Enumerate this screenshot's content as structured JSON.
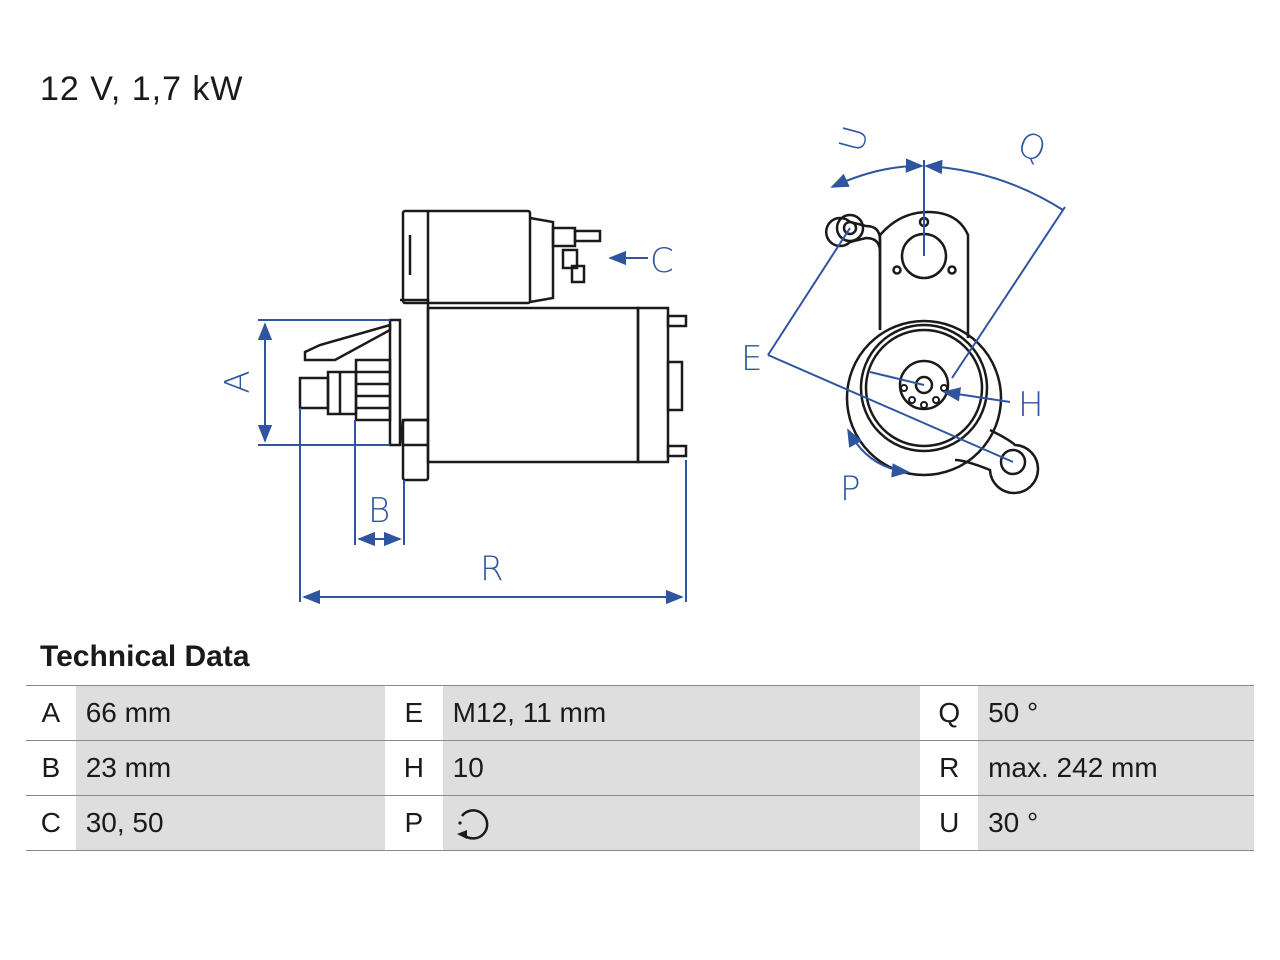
{
  "headline": "12 V, 1,7 kW",
  "section_title": "Technical Data",
  "colors": {
    "dimension": "#2f55a0",
    "outline": "#1a1a1a",
    "value_bg": "#dedede"
  },
  "diagram_labels": {
    "A": "A",
    "B": "B",
    "C": "C",
    "R": "R",
    "U": "U",
    "Q": "Q",
    "E": "E",
    "H": "H",
    "P": "P"
  },
  "table": {
    "rows": [
      [
        {
          "key": "A",
          "value": "66 mm"
        },
        {
          "key": "E",
          "value": "M12, 11 mm"
        },
        {
          "key": "Q",
          "value": "50 °"
        }
      ],
      [
        {
          "key": "B",
          "value": "23 mm"
        },
        {
          "key": "H",
          "value": "10"
        },
        {
          "key": "R",
          "value": "max. 242 mm"
        }
      ],
      [
        {
          "key": "C",
          "value": "30, 50"
        },
        {
          "key": "P",
          "value": "",
          "icon": "rotation-direction-icon"
        },
        {
          "key": "U",
          "value": "30 °"
        }
      ]
    ]
  }
}
